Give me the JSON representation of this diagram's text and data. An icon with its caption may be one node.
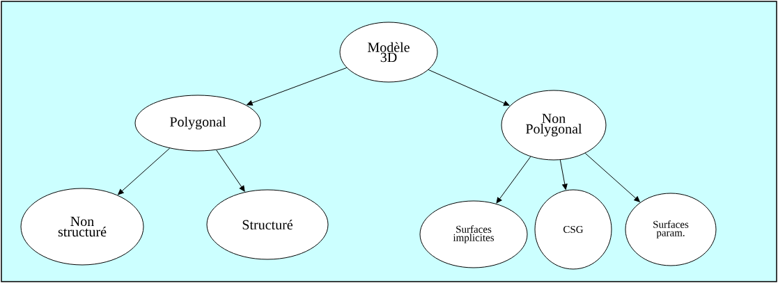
{
  "diagram": {
    "nodes": [
      {
        "text": [
          "Modèle 3D"
        ]
      },
      {
        "text": [
          "Polygonal"
        ]
      },
      {
        "text": [
          "Non Polygonal"
        ]
      },
      {
        "text": [
          "Non structuré"
        ]
      },
      {
        "text": [
          "Structuré"
        ]
      },
      {
        "text": [
          "Surfaces implicites"
        ]
      },
      {
        "text": [
          "CSG"
        ]
      },
      {
        "text": [
          "Surfaces param."
        ]
      }
    ],
    "edges": [
      {
        "from": 0,
        "to": 1,
        "arrow": "to"
      },
      {
        "from": 0,
        "to": 2,
        "arrow": "to"
      },
      {
        "from": 1,
        "to": 3,
        "arrow": "to"
      },
      {
        "from": 1,
        "to": 4,
        "arrow": "to"
      },
      {
        "from": 2,
        "to": 5,
        "arrow": "to"
      },
      {
        "from": 2,
        "to": 6,
        "arrow": "to"
      },
      {
        "from": 2,
        "to": 7,
        "arrow": "to"
      }
    ]
  }
}
